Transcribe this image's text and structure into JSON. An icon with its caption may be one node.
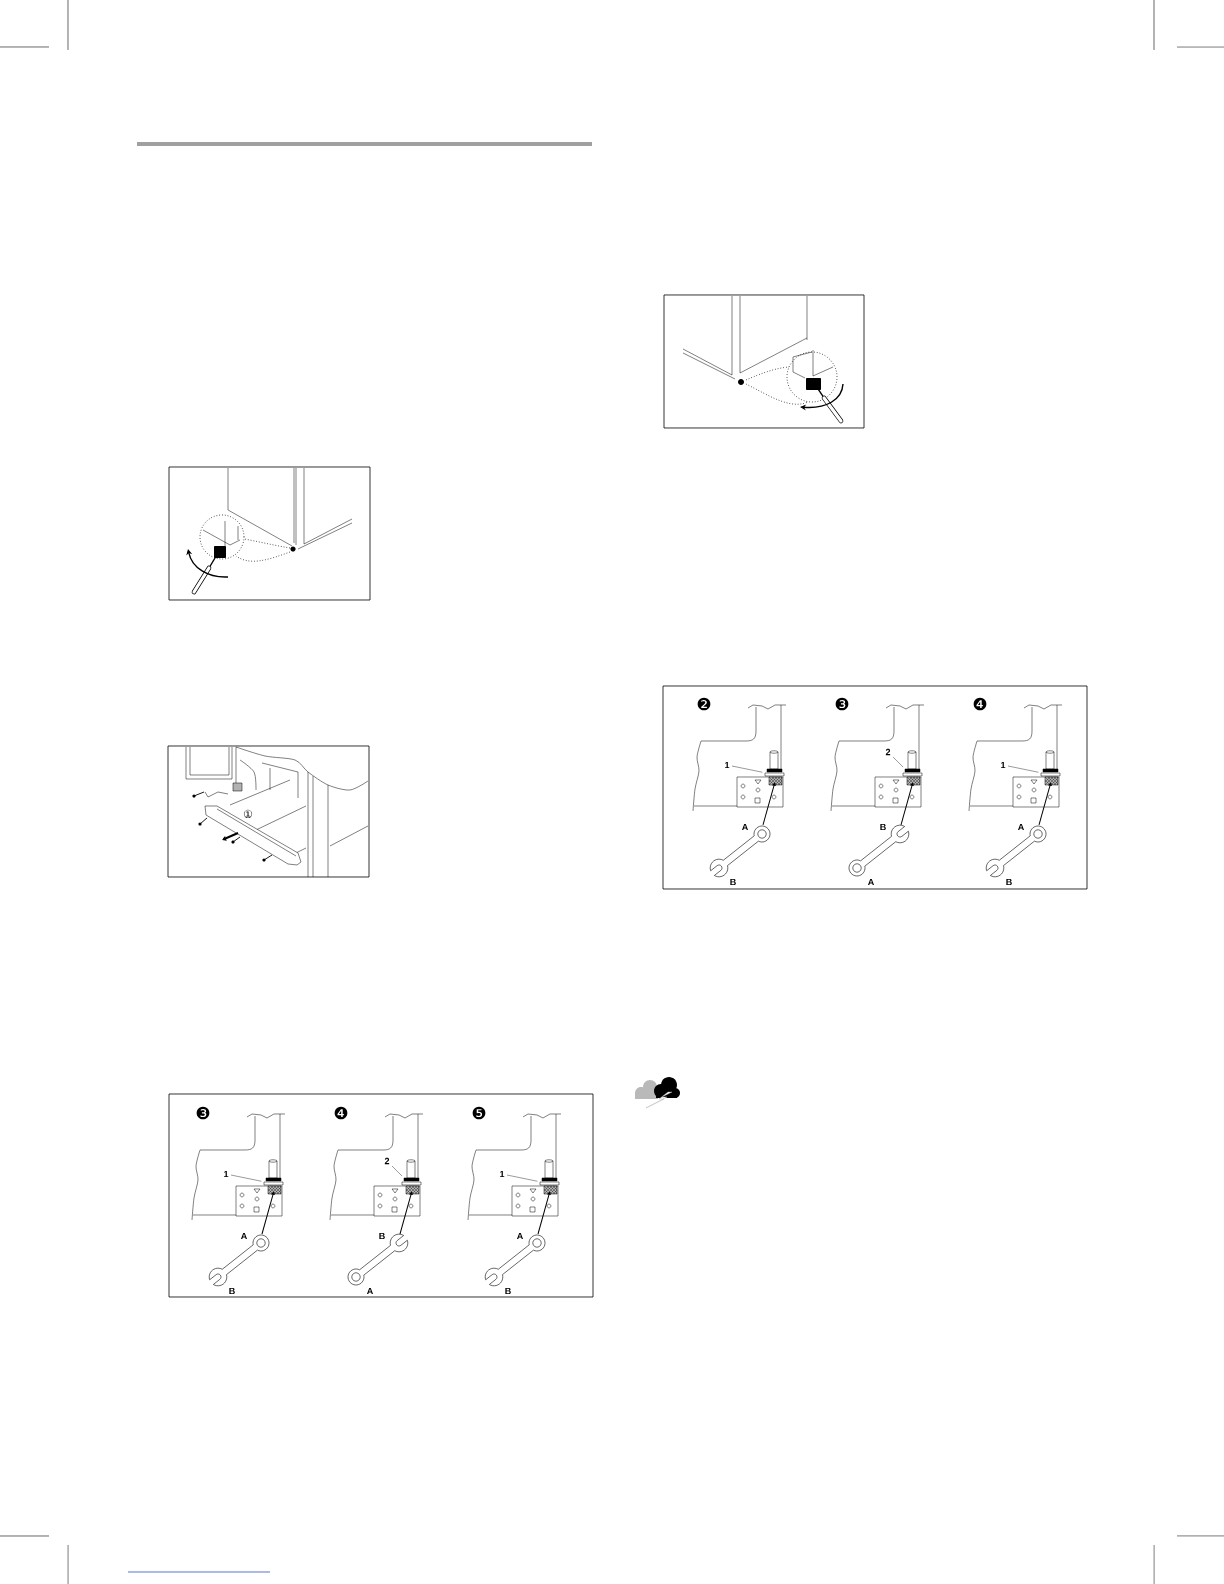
{
  "diagram": {
    "nodes": [
      {
        "text": [
          "1"
        ]
      },
      {
        "text": [],
        "shape": "bar"
      },
      {
        "text": [
          "2"
        ]
      },
      {
        "text": [],
        "shape": "bar"
      },
      {
        "text": [
          "1"
        ]
      },
      {
        "text": [],
        "shape": "bar"
      },
      {
        "text": [
          "1"
        ]
      },
      {
        "text": [],
        "shape": "bar"
      },
      {
        "text": [
          "2"
        ]
      },
      {
        "text": [],
        "shape": "bar"
      },
      {
        "text": [
          "1"
        ]
      },
      {
        "text": [],
        "shape": "bar"
      }
    ],
    "edges": [
      {
        "from": 0,
        "to": 1,
        "arrow": "none"
      },
      {
        "from": 2,
        "to": 3,
        "arrow": "none"
      },
      {
        "from": 4,
        "to": 5,
        "arrow": "none"
      },
      {
        "from": 6,
        "to": 7,
        "arrow": "none"
      },
      {
        "from": 8,
        "to": 9,
        "arrow": "none"
      },
      {
        "from": 10,
        "to": 11,
        "arrow": "none"
      }
    ],
    "labels": [
      "①",
      "❸",
      "A",
      "B",
      "❹",
      "B",
      "A",
      "❺",
      "A",
      "B",
      "❷",
      "A",
      "B",
      "❸",
      "B",
      "A",
      "❹",
      "A",
      "B"
    ]
  }
}
